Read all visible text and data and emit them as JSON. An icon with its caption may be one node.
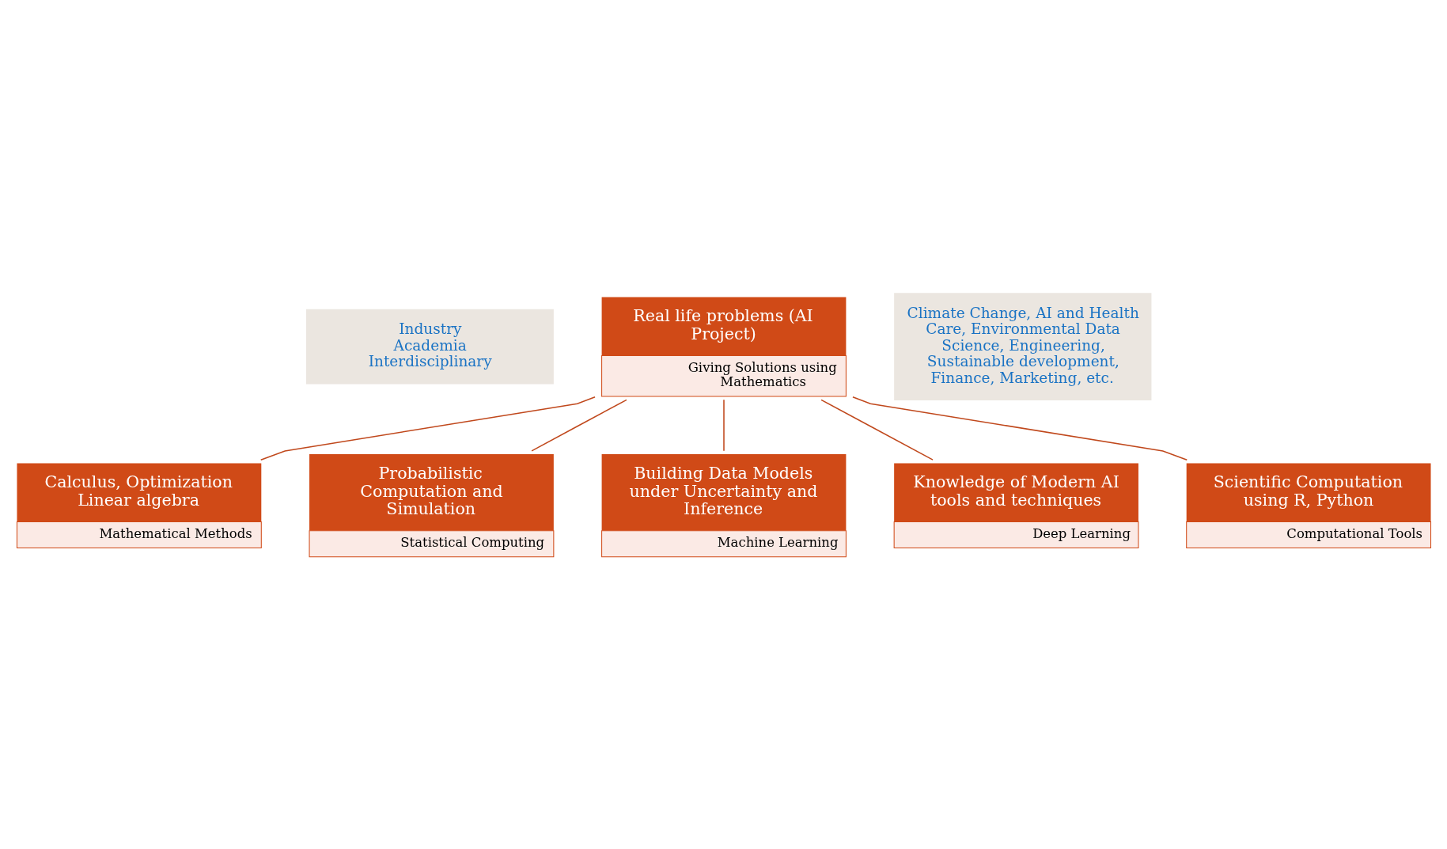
{
  "diagram": {
    "nodes": [
      {
        "text": [
          "Industry",
          "Academia",
          "Interdisciplinary"
        ]
      },
      {
        "text": [
          "Real life problems (AI Project)",
          "Giving Solutions using Mathematics"
        ]
      },
      {
        "text": [
          "Climate Change, AI and Health Care, Environmental Data Science, Engineering, Sustainable development, Finance, Marketing, etc."
        ]
      },
      {
        "text": [
          "Calculus, Optimization",
          "Linear algebra",
          "Mathematical Methods"
        ]
      },
      {
        "text": [
          "Probabilistic Computation and Simulation",
          "Statistical Computing"
        ]
      },
      {
        "text": [
          "Building Data Models under Uncertainty and Inference",
          "Machine Learning"
        ]
      },
      {
        "text": [
          "Knowledge of Modern AI tools and techniques",
          "Deep Learning"
        ]
      },
      {
        "text": [
          "Scientific Computation using R, Python",
          "Computational Tools"
        ]
      }
    ],
    "edges": [
      {
        "from": 1,
        "to": 3,
        "arrow": "none"
      },
      {
        "from": 1,
        "to": 4,
        "arrow": "none"
      },
      {
        "from": 1,
        "to": 5,
        "arrow": "none"
      },
      {
        "from": 1,
        "to": 6,
        "arrow": "none"
      },
      {
        "from": 1,
        "to": 7,
        "arrow": "none"
      }
    ]
  }
}
